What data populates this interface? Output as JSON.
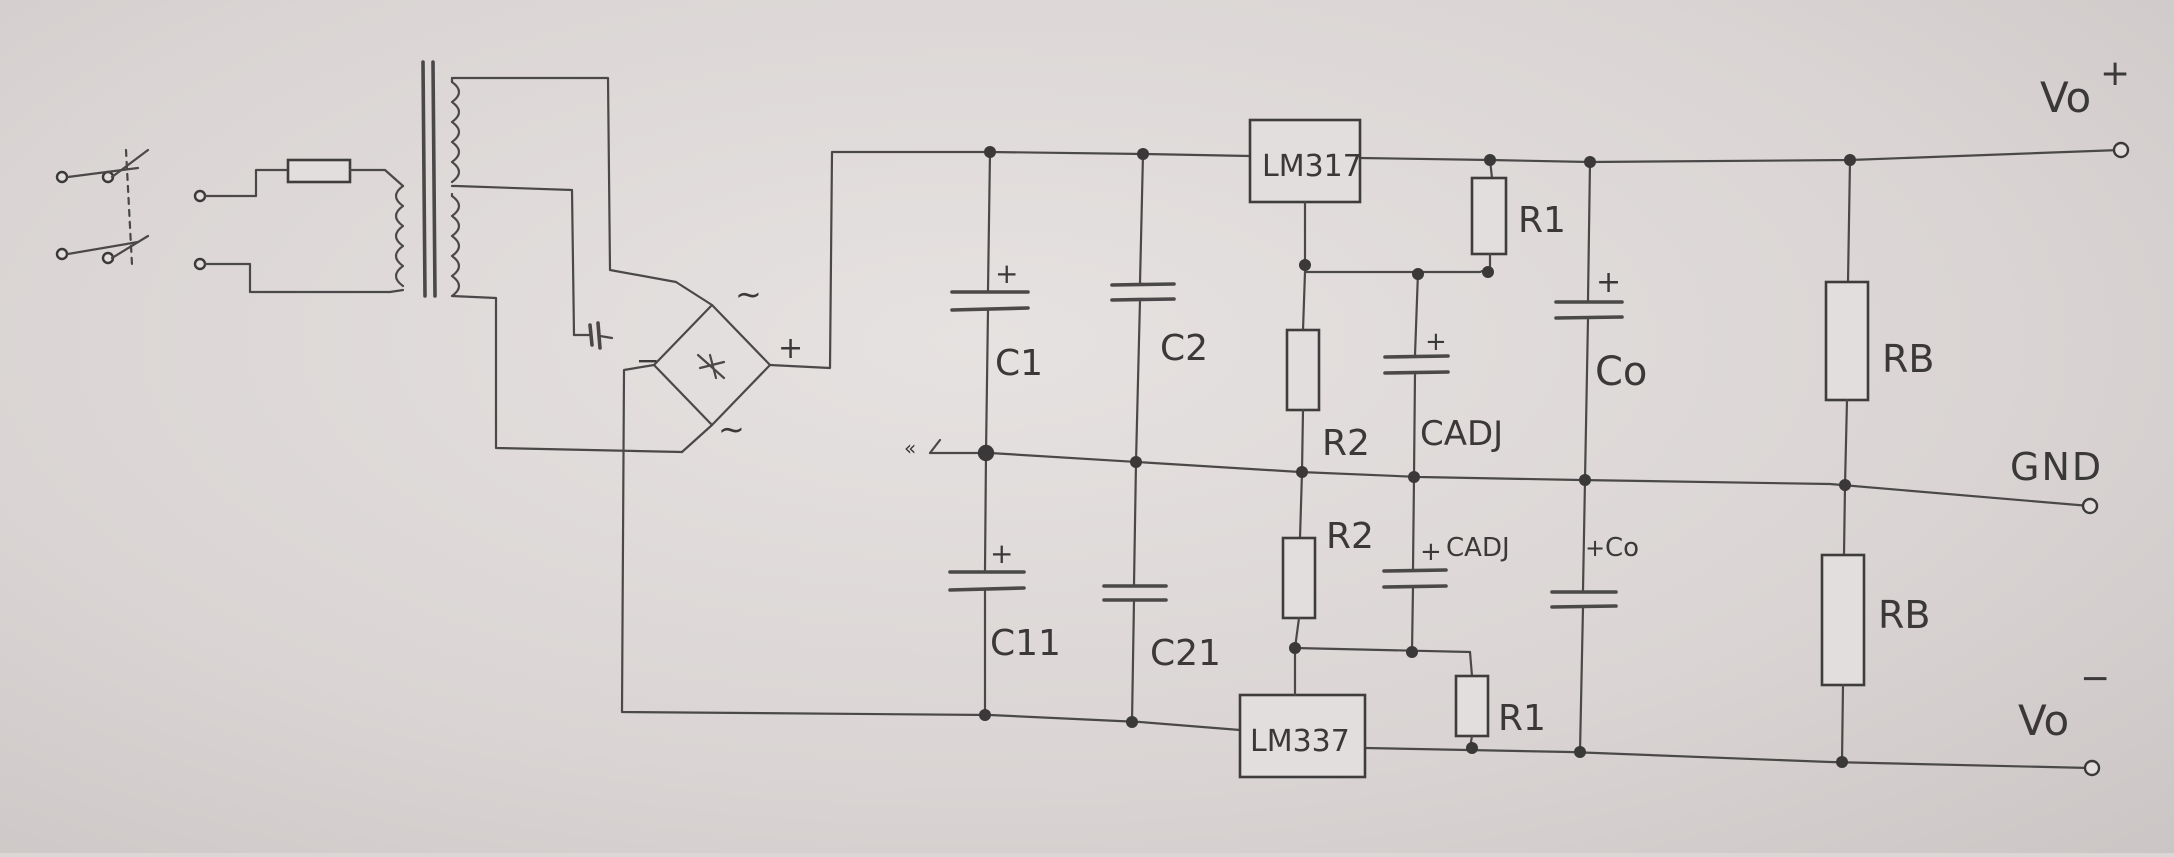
{
  "diagram": {
    "labels": {
      "vo_plus": "Vo",
      "vo_plus_sign": "+",
      "gnd": "GND",
      "vo_minus": "Vo",
      "vo_minus_sign": "−",
      "lm317": "LM317",
      "lm337": "LM337",
      "c1": "C1",
      "c2": "C2",
      "c11": "C11",
      "c21": "C21",
      "co_top": "Co",
      "co_bot": "Co",
      "cadj_top": "CADJ",
      "cadj_bot": "CADJ",
      "r1_top": "R1",
      "r1_bot": "R1",
      "r2_top": "R2",
      "r2_bot": "R2",
      "rb_top": "RB",
      "rb_bot": "RB",
      "bridge_plus": "+",
      "bridge_minus": "−",
      "bridge_ac_top": "~",
      "bridge_ac_bot": "~",
      "pol_c1": "+",
      "pol_c11": "+",
      "pol_cadj_top": "+",
      "pol_cadj_bot": "+",
      "pol_co_top": "+",
      "pol_co_bot": "+"
    }
  }
}
